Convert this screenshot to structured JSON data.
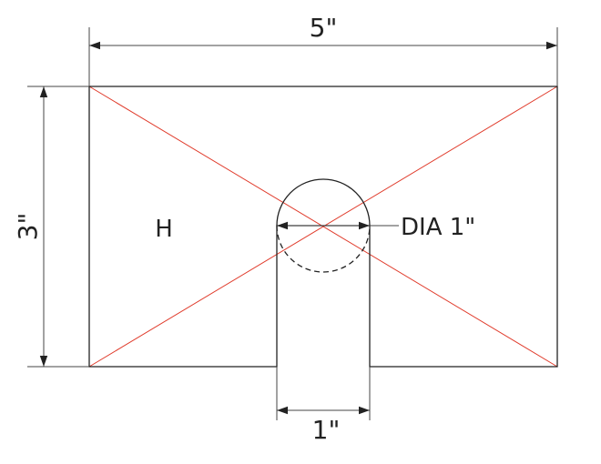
{
  "dimensions": {
    "width_label": "5\"",
    "height_label": "3\"",
    "slot_width_label": "1\"",
    "hole_label": "DIA 1\""
  },
  "part_label": "H",
  "colors": {
    "outline": "#222222",
    "diagonal": "#e03a2a"
  }
}
